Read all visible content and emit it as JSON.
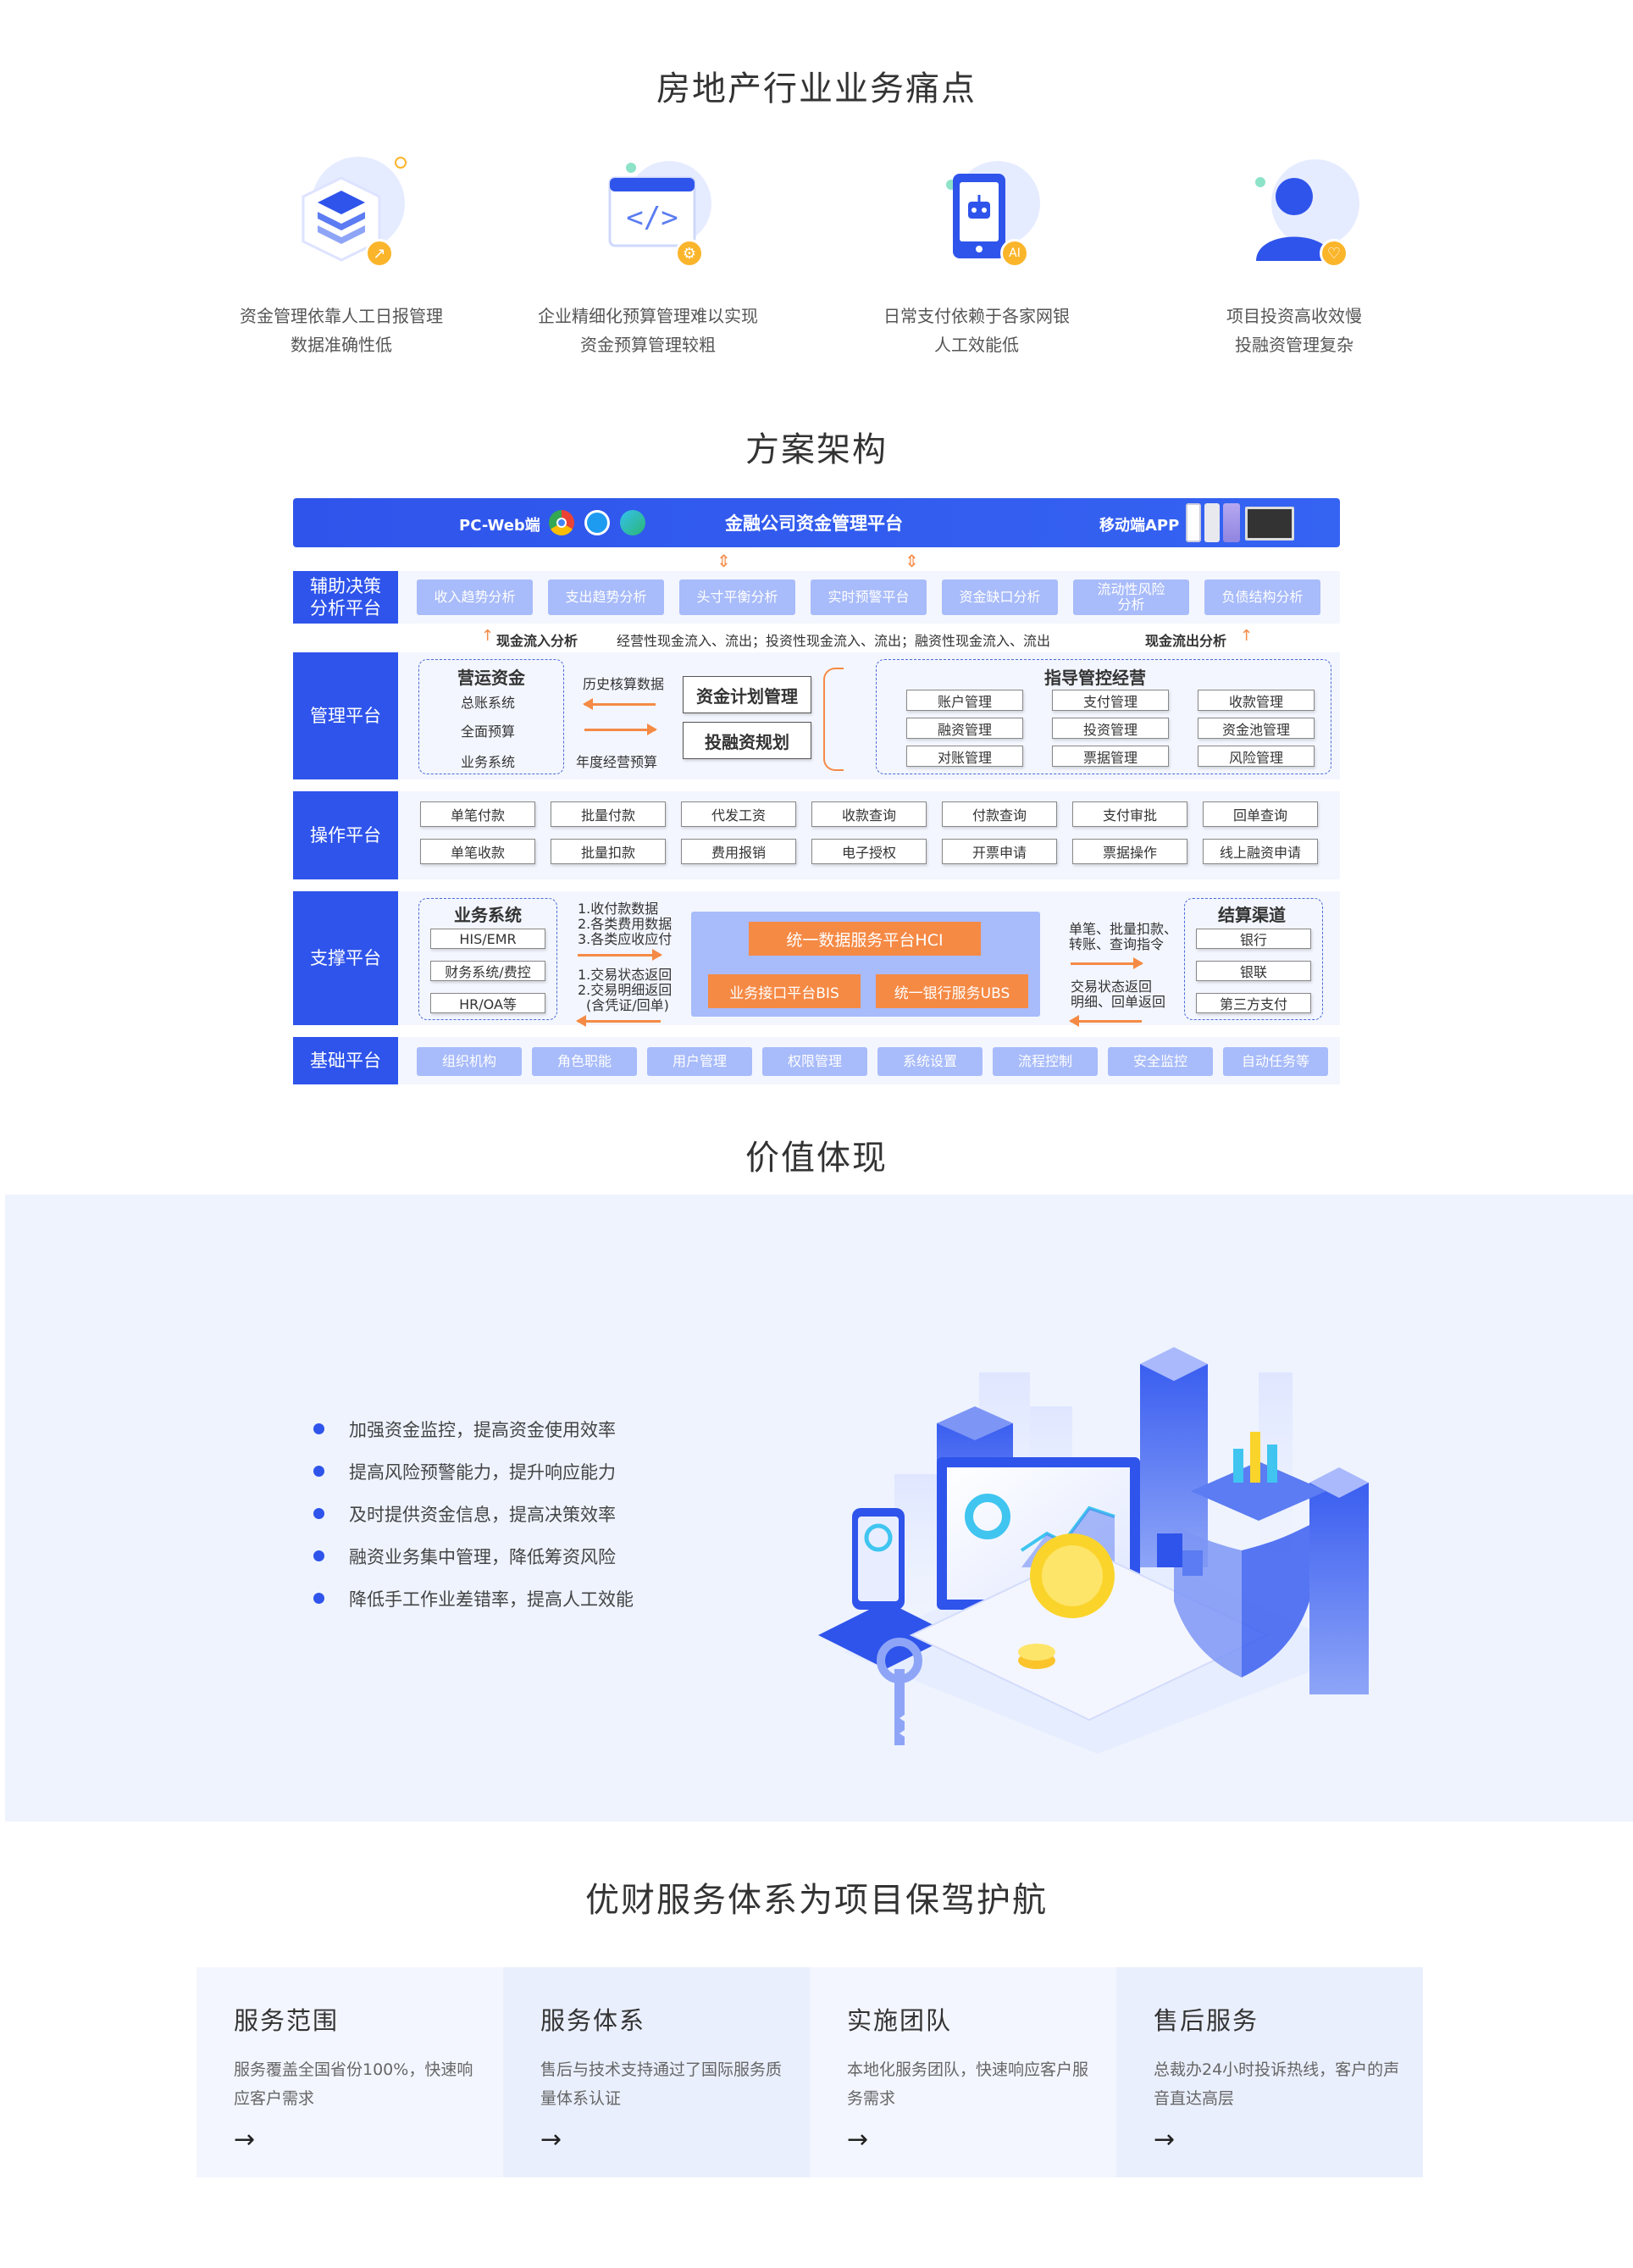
{
  "pain_section": {
    "title": "房地产行业业务痛点",
    "items": [
      {
        "line1": "资金管理依靠人工日报管理",
        "line2": "数据准确性低",
        "badge": "↗"
      },
      {
        "line1": "企业精细化预算管理难以实现",
        "line2": "资金预算管理较粗",
        "badge": "⚙"
      },
      {
        "line1": "日常支付依赖于各家网银",
        "line2": "人工效能低",
        "badge": "AI"
      },
      {
        "line1": "项目投资高收效慢",
        "line2": "投融资管理复杂",
        "badge": "♡"
      }
    ]
  },
  "arch_section": {
    "title": "方案架构",
    "header": {
      "left": "PC-Web端",
      "center": "金融公司资金管理平台",
      "right": "移动端APP"
    },
    "decision": {
      "label": "辅助决策\n分析平台",
      "chips": [
        "收入趋势分析",
        "支出趋势分析",
        "头寸平衡分析",
        "实时预警平台",
        "资金缺口分析",
        "流动性风险\n分析",
        "负债结构分析"
      ]
    },
    "flow": {
      "inflow": "现金流入分析",
      "middle": "经营性现金流入、流出；投资性现金流入、流出；融资性现金流入、流出",
      "outflow": "现金流出分析"
    },
    "mgmt": {
      "label": "管理平台",
      "ops_title": "营运资金",
      "ops_items": [
        "总账系统",
        "全面预算",
        "业务系统"
      ],
      "hist": "历史核算数据",
      "year": "年度经营预算",
      "plan": "资金计划管理",
      "invest": "投融资规划",
      "guide_title": "指导管控经营",
      "guide_items": [
        "账户管理",
        "支付管理",
        "收款管理",
        "融资管理",
        "投资管理",
        "资金池管理",
        "对账管理",
        "票据管理",
        "风险管理"
      ]
    },
    "op": {
      "label": "操作平台",
      "row1": [
        "单笔付款",
        "批量付款",
        "代发工资",
        "收款查询",
        "付款查询",
        "支付审批",
        "回单查询"
      ],
      "row2": [
        "单笔收款",
        "批量扣款",
        "费用报销",
        "电子授权",
        "开票申请",
        "票据操作",
        "线上融资申请"
      ]
    },
    "support": {
      "label": "支撑平台",
      "biz_title": "业务系统",
      "biz_items": [
        "HIS/EMR",
        "财务系统/费控",
        "HR/OA等"
      ],
      "up_notes": [
        "1.收付款数据",
        "2.各类费用数据",
        "3.各类应收应付"
      ],
      "down_notes": [
        "1.交易状态返回",
        "2.交易明细返回",
        "(含凭证/回单)"
      ],
      "hci": "统一数据服务平台HCI",
      "bis": "业务接口平台BIS",
      "ubs": "统一银行服务UBS",
      "right_up": [
        "单笔、批量扣款、",
        "转账、查询指令"
      ],
      "right_down": [
        "交易状态返回",
        "明细、回单返回"
      ],
      "settle_title": "结算渠道",
      "settle_items": [
        "银行",
        "银联",
        "第三方支付"
      ]
    },
    "base": {
      "label": "基础平台",
      "chips": [
        "组织机构",
        "角色职能",
        "用户管理",
        "权限管理",
        "系统设置",
        "流程控制",
        "安全监控",
        "自动任务等"
      ]
    }
  },
  "value_section": {
    "title": "价值体现",
    "items": [
      "加强资金监控，提高资金使用效率",
      "提高风险预警能力，提升响应能力",
      "及时提供资金信息，提高决策效率",
      "融资业务集中管理，降低筹资风险",
      "降低手工作业差错率，提高人工效能"
    ]
  },
  "service_section": {
    "title": "优财服务体系为项目保驾护航",
    "cards": [
      {
        "title": "服务范围",
        "desc": "服务覆盖全国省份100%，快速响应客户需求",
        "arrow": "→"
      },
      {
        "title": "服务体系",
        "desc": "售后与技术支持通过了国际服务质量体系认证",
        "arrow": "→"
      },
      {
        "title": "实施团队",
        "desc": "本地化服务团队，快速响应客户服务需求",
        "arrow": "→"
      },
      {
        "title": "售后服务",
        "desc": "总裁办24小时投诉热线，客户的声音直达高层",
        "arrow": "→"
      }
    ]
  },
  "colors": {
    "primary": "#2f54eb",
    "chip": "#a8bbfa",
    "accent": "#f58a45",
    "badge": "#fbb52b"
  }
}
